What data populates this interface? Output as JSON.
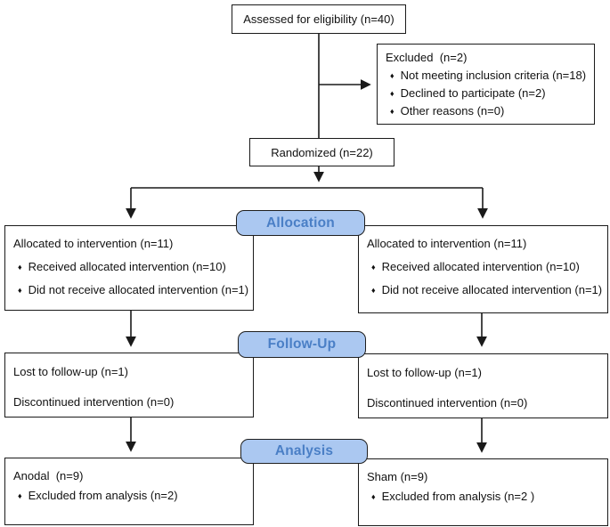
{
  "glyphs": {
    "bullet": "♦"
  },
  "colors": {
    "badge_fill": "#abc8f1",
    "badge_text": "#4a7fc6",
    "badge_border": "#1f1f1f",
    "box_border": "#1a1a1a",
    "line": "#1a1a1a"
  },
  "flow": {
    "assessed": {
      "label": "Assessed for eligibility (n=40)"
    },
    "excluded": {
      "title": "Excluded  (n=2)",
      "bullets": [
        "Not meeting inclusion criteria (n=18)",
        "Declined to participate (n=2)",
        "Other reasons (n=0)"
      ]
    },
    "randomized": {
      "label": "Randomized (n=22)"
    },
    "stage_allocation": {
      "badge": "Allocation",
      "left": {
        "title": "Allocated to intervention (n=11)",
        "bullets": [
          "Received allocated intervention (n=10)",
          "Did not receive allocated intervention (n=1)"
        ]
      },
      "right": {
        "title": "Allocated to intervention (n=11)",
        "bullets": [
          "Received allocated intervention (n=10)",
          "Did not receive allocated intervention (n=1)"
        ]
      }
    },
    "stage_followup": {
      "badge": "Follow-Up",
      "left": {
        "line1": "Lost to follow-up (n=1)",
        "line2": "Discontinued intervention (n=0)"
      },
      "right": {
        "line1": "Lost to follow-up (n=1)",
        "line2": "Discontinued intervention (n=0)"
      }
    },
    "stage_analysis": {
      "badge": "Analysis",
      "left": {
        "title": "Anodal  (n=9)",
        "bullets": [
          "Excluded from analysis (n=2)"
        ]
      },
      "right": {
        "title": "Sham (n=9)",
        "bullets": [
          "Excluded from analysis (n=2 )"
        ]
      }
    }
  }
}
